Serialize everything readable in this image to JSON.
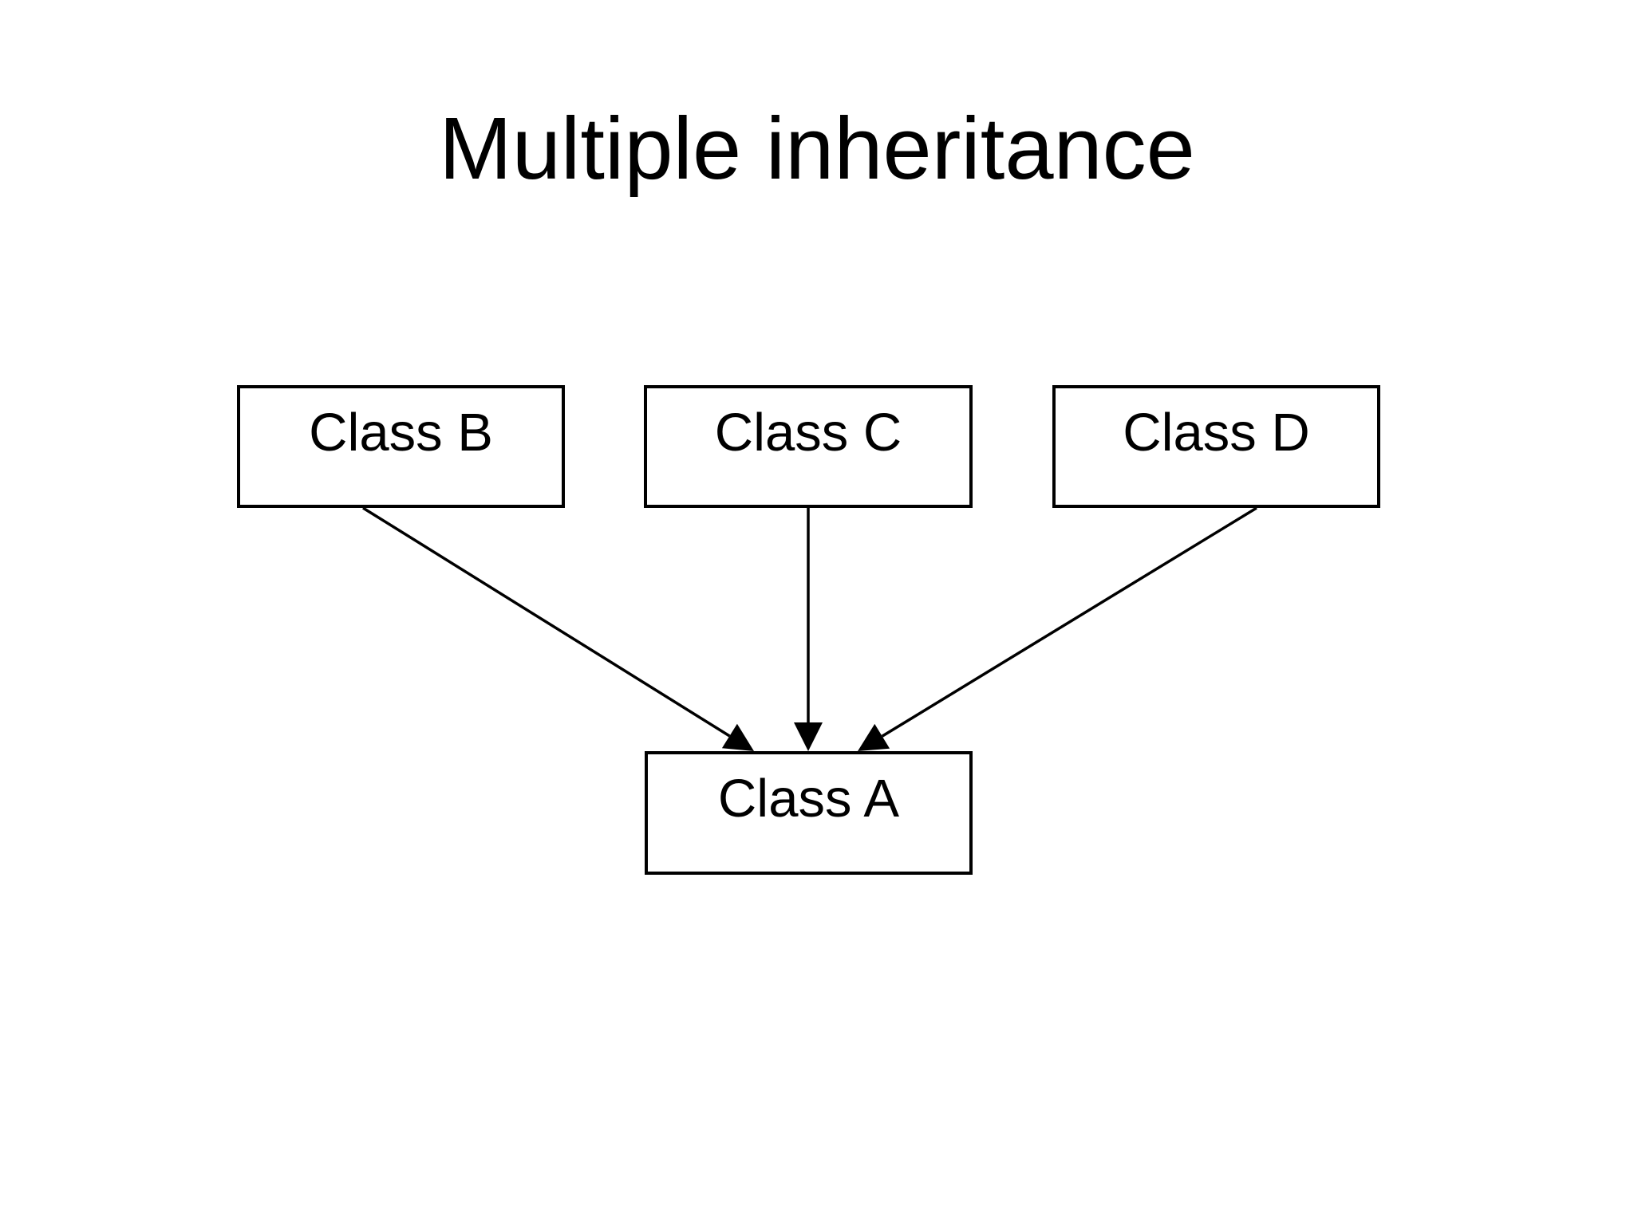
{
  "page": {
    "title": "Multiple inheritance",
    "background": "#ffffff"
  },
  "diagram": {
    "type": "inheritance-diagram",
    "nodes": [
      {
        "id": "class-b",
        "label": "Class B"
      },
      {
        "id": "class-c",
        "label": "Class C"
      },
      {
        "id": "class-d",
        "label": "Class D"
      },
      {
        "id": "class-a",
        "label": "Class A"
      }
    ],
    "edges": [
      {
        "from": "class-b",
        "to": "class-a",
        "style": "solid",
        "arrow": "filled-triangle"
      },
      {
        "from": "class-c",
        "to": "class-a",
        "style": "solid",
        "arrow": "filled-triangle"
      },
      {
        "from": "class-d",
        "to": "class-a",
        "style": "solid",
        "arrow": "filled-triangle"
      }
    ],
    "colors": {
      "box_border": "#000000",
      "box_fill": "#ffffff",
      "label_text": "#000000",
      "connector": "#000000"
    }
  }
}
